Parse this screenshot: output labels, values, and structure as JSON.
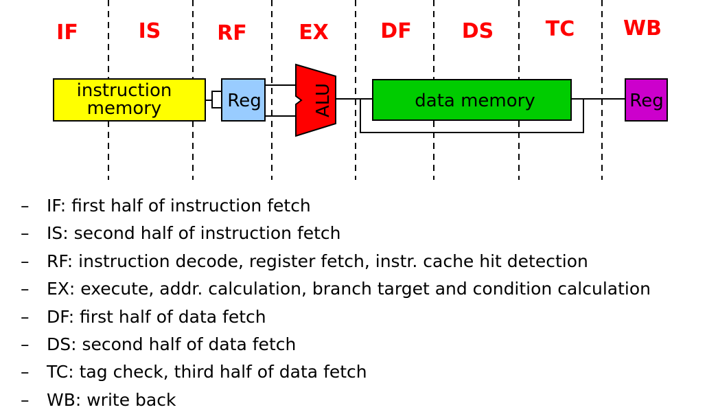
{
  "stages": [
    "IF",
    "IS",
    "RF",
    "EX",
    "DF",
    "DS",
    "TC",
    "WB"
  ],
  "blocks": {
    "instruction_memory": [
      "instruction",
      "memory"
    ],
    "reg_read": "Reg",
    "alu": "ALU",
    "data_memory": "data memory",
    "reg_write": "Reg"
  },
  "colors": {
    "stage_label": "#ff0000",
    "instruction_memory": "#ffff00",
    "reg_read": "#99ccff",
    "alu": "#ff0000",
    "data_memory": "#00cc00",
    "reg_write": "#cc00cc"
  },
  "dash": "–",
  "descriptions": [
    "IF: first half of instruction fetch",
    "IS: second half of instruction fetch",
    "RF: instruction decode, register fetch, instr. cache hit detection",
    "EX: execute, addr. calculation, branch target and condition calculation",
    "DF: first half of data fetch",
    "DS: second half of data fetch",
    "TC: tag check, third half of data fetch",
    "WB: write back"
  ]
}
